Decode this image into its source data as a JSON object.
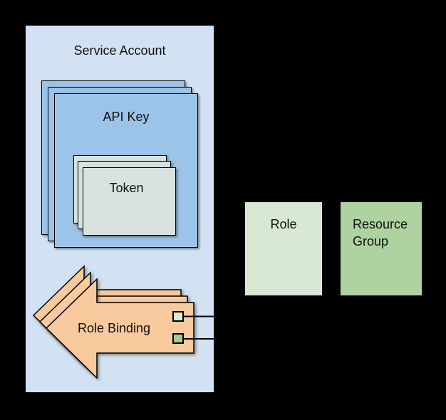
{
  "diagram": {
    "service_account": {
      "label": "Service Account"
    },
    "api_key": {
      "label": "API Key"
    },
    "token": {
      "label": "Token"
    },
    "role_binding": {
      "label": "Role Binding"
    },
    "role": {
      "label": "Role"
    },
    "resource_group": {
      "label": "Resource Group"
    }
  },
  "colors": {
    "bg": "#000000",
    "sa": "#d3e2f2",
    "api": "#9cc3e8",
    "token": "#d8e2e1",
    "arrow": "#f9ca9d",
    "role": "#d9e8d3",
    "resource": "#aed2a0",
    "port-role": "#dcead5",
    "port-resource": "#a5cb96",
    "stroke": "#000000",
    "text": "#111111"
  }
}
